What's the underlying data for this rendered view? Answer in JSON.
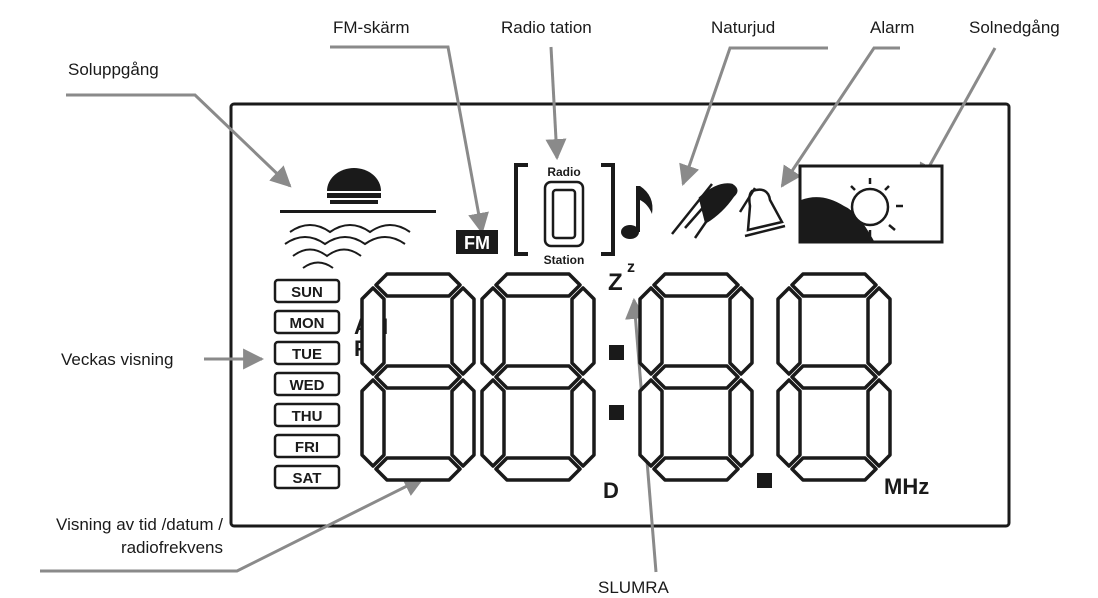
{
  "labels": {
    "sunrise": "Soluppgång",
    "fm_display": "FM-skärm",
    "radio_station": "Radio tation",
    "nature_sounds": "Naturjud",
    "alarm": "Alarm",
    "sunset": "Solnedgång",
    "week_display": "Veckas visning",
    "time_display_line1": "Visning av tid /datum /",
    "time_display_line2": "radiofrekvens",
    "snooze": "SLUMRA"
  },
  "lcd": {
    "fm": "FM",
    "radio_top": "Radio",
    "radio_bottom": "Station",
    "am": "AM",
    "pm": "PM",
    "snooze_mark": "Z",
    "snooze_mark_small": "z",
    "d": "D",
    "mhz": "MHz",
    "weekdays": [
      "SUN",
      "MON",
      "TUE",
      "WED",
      "THU",
      "FRI",
      "SAT"
    ],
    "digits": "88:88"
  }
}
